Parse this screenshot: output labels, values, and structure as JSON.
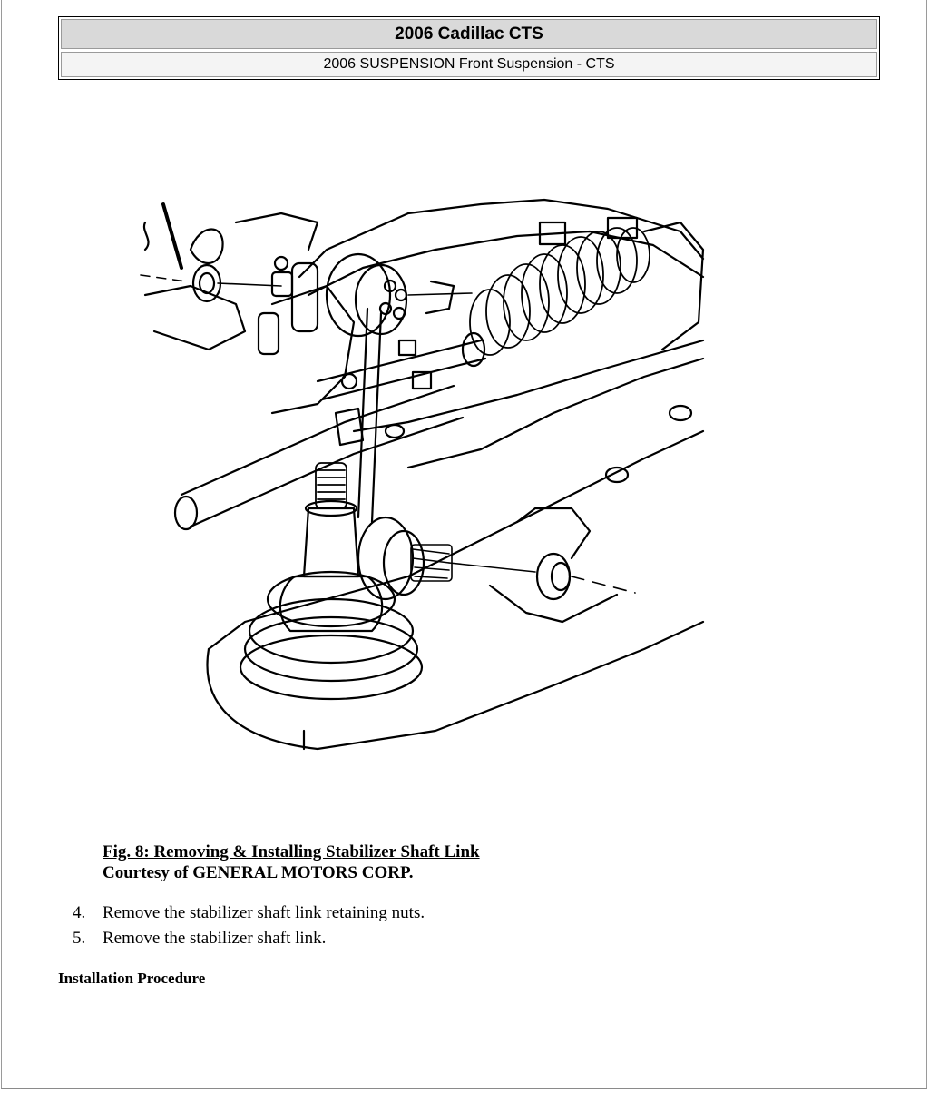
{
  "header": {
    "title": "2006 Cadillac CTS",
    "subtitle": "2006 SUSPENSION Front Suspension - CTS"
  },
  "figure": {
    "caption_title": "Fig. 8: Removing & Installing Stabilizer Shaft Link",
    "courtesy": "Courtesy of GENERAL MOTORS CORP."
  },
  "steps": [
    {
      "number": "4.",
      "text": "Remove the stabilizer shaft link retaining nuts."
    },
    {
      "number": "5.",
      "text": "Remove the stabilizer shaft link."
    }
  ],
  "section": {
    "heading": "Installation Procedure"
  }
}
